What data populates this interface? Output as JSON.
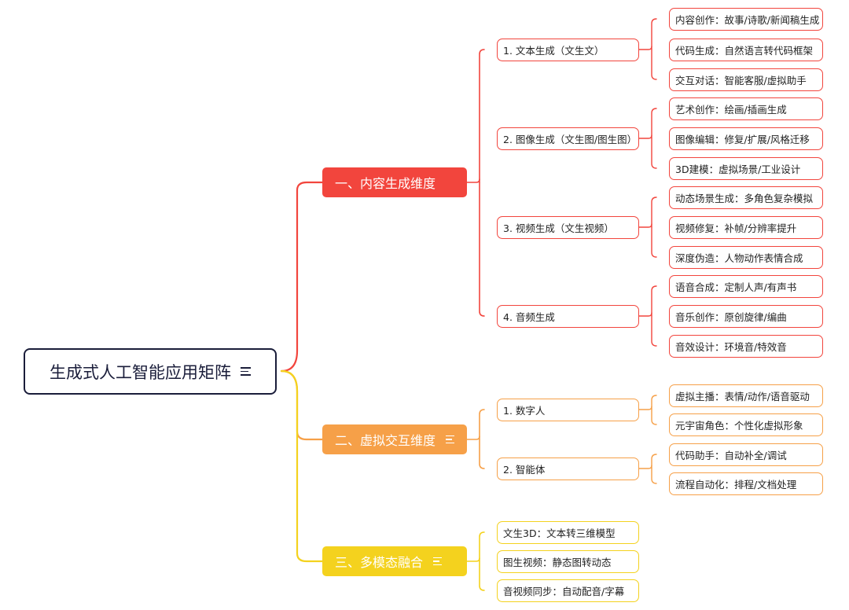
{
  "root": {
    "label": "生成式人工智能应用矩阵"
  },
  "colors": {
    "root_border": "#1a1d3a",
    "branch1": "#f2453d",
    "branch2": "#f6a048",
    "branch3": "#f4d21e"
  },
  "branches": [
    {
      "label": "一、内容生成维度",
      "has_menu_icon": false,
      "children": [
        {
          "label": "1. 文本生成（文生文）",
          "children": [
            "内容创作：故事/诗歌/新闻稿生成",
            "代码生成：自然语言转代码框架",
            "交互对话：智能客服/虚拟助手"
          ]
        },
        {
          "label": "2. 图像生成（文生图/图生图）",
          "children": [
            "艺术创作：绘画/插画生成",
            "图像编辑：修复/扩展/风格迁移",
            "3D建模：虚拟场景/工业设计"
          ]
        },
        {
          "label": "3. 视频生成（文生视频）",
          "children": [
            "动态场景生成：多角色复杂模拟",
            "视频修复：补帧/分辨率提升",
            "深度伪造：人物动作表情合成"
          ]
        },
        {
          "label": "4. 音频生成",
          "children": [
            "语音合成：定制人声/有声书",
            "音乐创作：原创旋律/编曲",
            "音效设计：环境音/特效音"
          ]
        }
      ]
    },
    {
      "label": "二、虚拟交互维度",
      "has_menu_icon": true,
      "children": [
        {
          "label": "1. 数字人",
          "children": [
            "虚拟主播：表情/动作/语音驱动",
            "元宇宙角色：个性化虚拟形象"
          ]
        },
        {
          "label": "2. 智能体",
          "children": [
            "代码助手：自动补全/调试",
            "流程自动化：排程/文档处理"
          ]
        }
      ]
    },
    {
      "label": "三、多模态融合",
      "has_menu_icon": true,
      "children": [
        {
          "label": "文生3D：文本转三维模型",
          "children": []
        },
        {
          "label": "图生视频：静态图转动态",
          "children": []
        },
        {
          "label": "音视频同步：自动配音/字幕",
          "children": []
        }
      ]
    }
  ]
}
